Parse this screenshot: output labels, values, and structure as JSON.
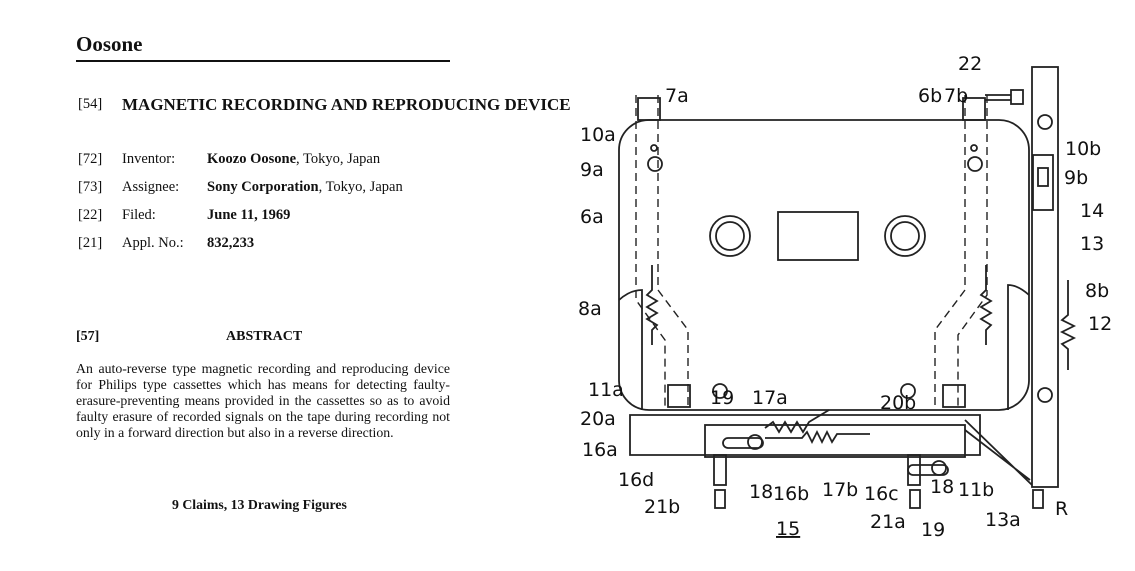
{
  "header": {
    "inventor_name": "Oosone"
  },
  "fields": [
    {
      "code": "[54]",
      "label": "",
      "value": "MAGNETIC RECORDING AND REPRODUCING DEVICE"
    },
    {
      "code": "[72]",
      "label": "Inventor:",
      "value": "Koozo Oosone",
      "suffix": ", Tokyo, Japan"
    },
    {
      "code": "[73]",
      "label": "Assignee:",
      "value": "Sony Corporation",
      "suffix": ", Tokyo, Japan"
    },
    {
      "code": "[22]",
      "label": "Filed:",
      "value": "June 11, 1969",
      "suffix": ""
    },
    {
      "code": "[21]",
      "label": "Appl. No.:",
      "value": "832,233",
      "suffix": ""
    }
  ],
  "abstract": {
    "code": "[57]",
    "heading": "ABSTRACT",
    "text": "An auto-reverse type magnetic recording and reproducing device for Philips type cassettes which has means for detecting faulty-erasure-preventing means provided in the cassettes so as to avoid faulty erasure of recorded signals on the tape during recording not only in a forward direction but also in a reverse direction."
  },
  "claims": "9 Claims, 13 Drawing Figures",
  "drawing": {
    "labels": {
      "l22": "22",
      "l7a": "7a",
      "l6b": "6b",
      "l7b": "7b",
      "l10a": "10a",
      "l10b": "10b",
      "l9a": "9a",
      "l9b": "9b",
      "l6a": "6a",
      "l14": "14",
      "l13": "13",
      "l8b": "8b",
      "l12": "12",
      "l8a": "8a",
      "l11a": "11a",
      "l19a": "19",
      "l17a": "17a",
      "l20b": "20b",
      "l20a": "20a",
      "l16a": "16a",
      "l16d": "16d",
      "l18a": "18",
      "l16b": "16b",
      "l17b": "17b",
      "l16c": "16c",
      "l18b": "18",
      "l11b": "11b",
      "l13a": "13a",
      "l21b": "21b",
      "l21a": "21a",
      "l19b": "19",
      "l15": "15",
      "lR": "R"
    }
  }
}
